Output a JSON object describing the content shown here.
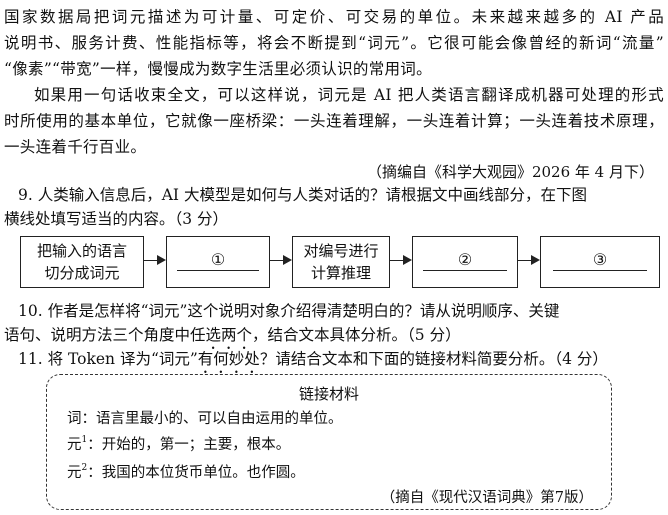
{
  "passage": {
    "lines": [
      "国家数据局把词元描述为可计量、可定价、可交易的单位。未来越来越多的 AI 产品",
      "说明书、服务计费、性能指标等，将会不断提到“词元”。它很可能会像曾经的新词“流量”",
      "“像素”“带宽”一样，慢慢成为数字生活里必须认识的常用词。",
      "如果用一句话收束全文，可以这样说，词元是 AI 把人类语言翻译成机器可处理的形式",
      "时所使用的基本单位，它就像一座桥梁：一头连着理解，一头连着计算；一头连着技术原理，",
      "一头连着千行百业。"
    ],
    "source": "（摘编自《科学大观园》2026 年 4 月下）"
  },
  "q9": {
    "line1": "9. 人类输入信息后，AI 大模型是如何与人类对话的？请根据文中画线部分，在下图",
    "line2": "横线处填写适当的内容。（3 分）",
    "flow": {
      "box1_line1": "把输入的语言",
      "box1_line2": "切分成词元",
      "blank1": "①",
      "box3_line1": "对编号进行",
      "box3_line2": "计算推理",
      "blank2": "②",
      "blank3": "③"
    }
  },
  "q10": {
    "line1": "10. 作者是怎样将“词元”这个说明对象介绍得清楚明白的？请从说明顺序、关键",
    "line2_pre": "语句、说明方法三个角度中任",
    "line2_dotted": "选两个",
    "line2_post": "，结合文本具体分析。（5 分）"
  },
  "q11": {
    "pre": "11. 将 Token 译为“词元”",
    "dotted": "有何妙处",
    "post": "？请结合文本和下面的链接材料简要分析。（4 分）"
  },
  "link": {
    "title": "链接材料",
    "ci": "词：语言里最小的、可以自由运用的单位。",
    "yuan1_head": "元",
    "yuan1_sup": "1",
    "yuan1_body": "：开始的，第一；主要，根本。",
    "yuan2_head": "元",
    "yuan2_sup": "2",
    "yuan2_body": "：我国的本位货币单位。也作圆。",
    "source": "（摘自《现代汉语词典》第7版）"
  }
}
